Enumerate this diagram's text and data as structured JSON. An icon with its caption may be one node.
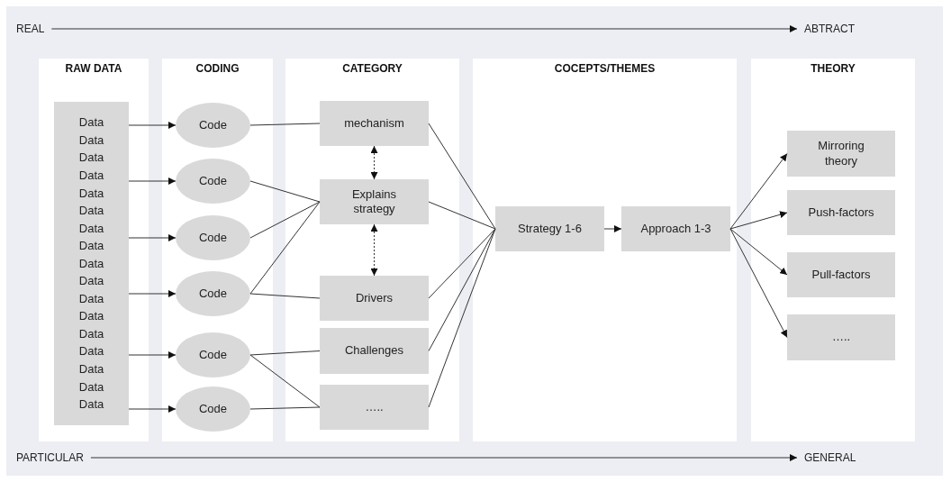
{
  "diagram": {
    "nodes": [
      {
        "text": [
          "REAL"
        ]
      },
      {
        "text": [
          "ABTRACT"
        ]
      },
      {
        "text": [
          "RAW DATA"
        ]
      },
      {
        "text": [
          "CODING"
        ]
      },
      {
        "text": [
          "CATEGORY"
        ]
      },
      {
        "text": [
          "COCEPTS/THEMES"
        ]
      },
      {
        "text": [
          "THEORY"
        ]
      },
      {
        "text": [
          "Data Data Data Data Data Data Data Data Data Data Data Data Data Data Data Data Data"
        ],
        "in": 2
      },
      {
        "text": [
          "Code"
        ],
        "in": 3
      },
      {
        "text": [
          "Code"
        ],
        "in": 3
      },
      {
        "text": [
          "Code"
        ],
        "in": 3
      },
      {
        "text": [
          "Code"
        ],
        "in": 3
      },
      {
        "text": [
          "Code"
        ],
        "in": 3
      },
      {
        "text": [
          "Code"
        ],
        "in": 3
      },
      {
        "text": [
          "mechanism"
        ],
        "in": 4
      },
      {
        "text": [
          "Explains strategy"
        ],
        "in": 4
      },
      {
        "text": [
          "Drivers"
        ],
        "in": 4
      },
      {
        "text": [
          "Challenges"
        ],
        "in": 4
      },
      {
        "text": [
          "….."
        ],
        "in": 4
      },
      {
        "text": [
          "Strategy 1-6"
        ],
        "in": 5
      },
      {
        "text": [
          "Approach 1-3"
        ],
        "in": 5
      },
      {
        "text": [
          "Mirroring theory"
        ],
        "in": 6
      },
      {
        "text": [
          "Push-factors"
        ],
        "in": 6
      },
      {
        "text": [
          "Pull-factors"
        ],
        "in": 6
      },
      {
        "text": [
          "….."
        ],
        "in": 6
      },
      {
        "text": [
          "PARTICULAR"
        ]
      },
      {
        "text": [
          "GENERAL"
        ]
      }
    ],
    "edges": [
      {
        "from": 0,
        "to": 1,
        "arrow": "to"
      },
      {
        "from": 7,
        "to": 8,
        "arrow": "to"
      },
      {
        "from": 7,
        "to": 9,
        "arrow": "to"
      },
      {
        "from": 7,
        "to": 10,
        "arrow": "to"
      },
      {
        "from": 7,
        "to": 11,
        "arrow": "to"
      },
      {
        "from": 7,
        "to": 12,
        "arrow": "to"
      },
      {
        "from": 7,
        "to": 13,
        "arrow": "to"
      },
      {
        "from": 8,
        "to": 14,
        "arrow": "none"
      },
      {
        "from": 9,
        "to": 15,
        "arrow": "none"
      },
      {
        "from": 10,
        "to": 15,
        "arrow": "none"
      },
      {
        "from": 11,
        "to": 15,
        "arrow": "none"
      },
      {
        "from": 11,
        "to": 16,
        "arrow": "none"
      },
      {
        "from": 12,
        "to": 17,
        "arrow": "none"
      },
      {
        "from": 12,
        "to": 18,
        "arrow": "none"
      },
      {
        "from": 13,
        "to": 18,
        "arrow": "none"
      },
      {
        "from": 14,
        "to": 15,
        "arrow": "both",
        "style": "dashed"
      },
      {
        "from": 15,
        "to": 16,
        "arrow": "both",
        "style": "dashed"
      },
      {
        "from": 14,
        "to": 19,
        "arrow": "none"
      },
      {
        "from": 15,
        "to": 19,
        "arrow": "none"
      },
      {
        "from": 16,
        "to": 19,
        "arrow": "none"
      },
      {
        "from": 17,
        "to": 19,
        "arrow": "none"
      },
      {
        "from": 18,
        "to": 19,
        "arrow": "none"
      },
      {
        "from": 19,
        "to": 20,
        "arrow": "to"
      },
      {
        "from": 20,
        "to": 21,
        "arrow": "to"
      },
      {
        "from": 20,
        "to": 22,
        "arrow": "to"
      },
      {
        "from": 20,
        "to": 23,
        "arrow": "to"
      },
      {
        "from": 20,
        "to": 24,
        "arrow": "to"
      },
      {
        "from": 25,
        "to": 26,
        "arrow": "to"
      }
    ]
  }
}
